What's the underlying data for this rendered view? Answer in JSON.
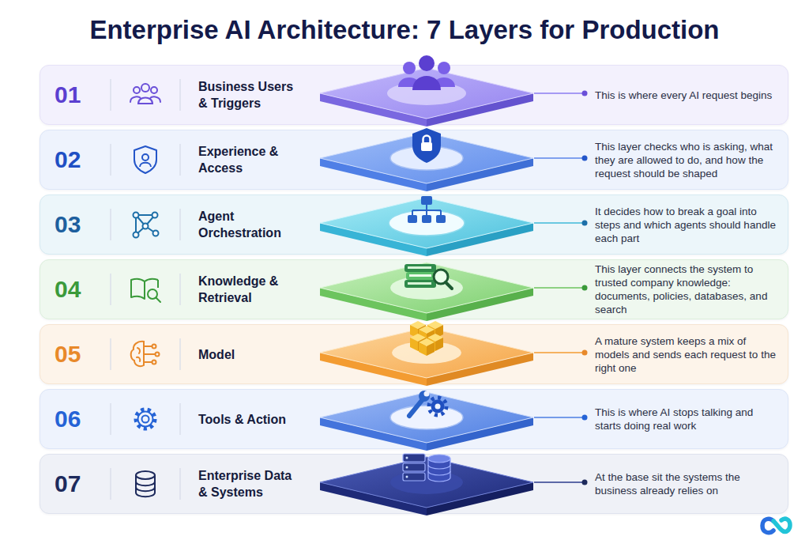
{
  "diagram": {
    "title": "Enterprise AI Architecture: 7 Layers for Production",
    "nodes": [
      {
        "text": [
          "01",
          "Business Users & Triggers",
          "This is where every AI request begins"
        ]
      },
      {
        "text": [
          "02",
          "Experience & Access",
          "This layer checks who is asking, what they are allowed to do, and how the request should be shaped"
        ]
      },
      {
        "text": [
          "03",
          "Agent Orchestration",
          "It decides how to break a goal into steps and which agents should handle each part"
        ]
      },
      {
        "text": [
          "04",
          "Knowledge & Retrieval",
          "This layer connects the system to trusted company knowledge: documents, policies, databases, and search"
        ]
      },
      {
        "text": [
          "05",
          "Model",
          "A mature system keeps a mix of models and sends each request to the right one"
        ]
      },
      {
        "text": [
          "06",
          "Tools & Action",
          "This is where AI stops talking and starts doing real work"
        ]
      },
      {
        "text": [
          "07",
          "Enterprise Data & Systems",
          "At the base sit the systems the business already relies on"
        ]
      }
    ]
  }
}
